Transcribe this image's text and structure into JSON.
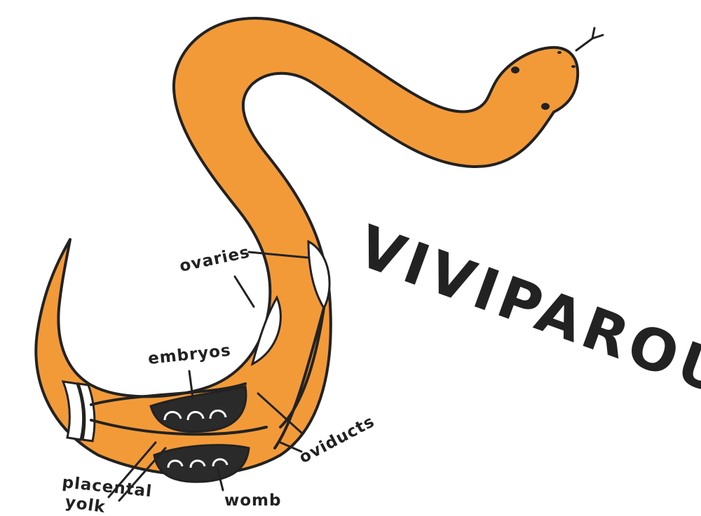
{
  "title": "VIVIPAROUS",
  "labels": {
    "ovaries": "ovaries",
    "embryos": "embryos",
    "oviducts": "oviducts",
    "placental": "placental",
    "yolk": "yolk",
    "womb": "womb"
  },
  "colors": {
    "body": "#f39a38",
    "outline": "#222222",
    "womb": "#2a2a2a",
    "background": "#ffffff"
  }
}
